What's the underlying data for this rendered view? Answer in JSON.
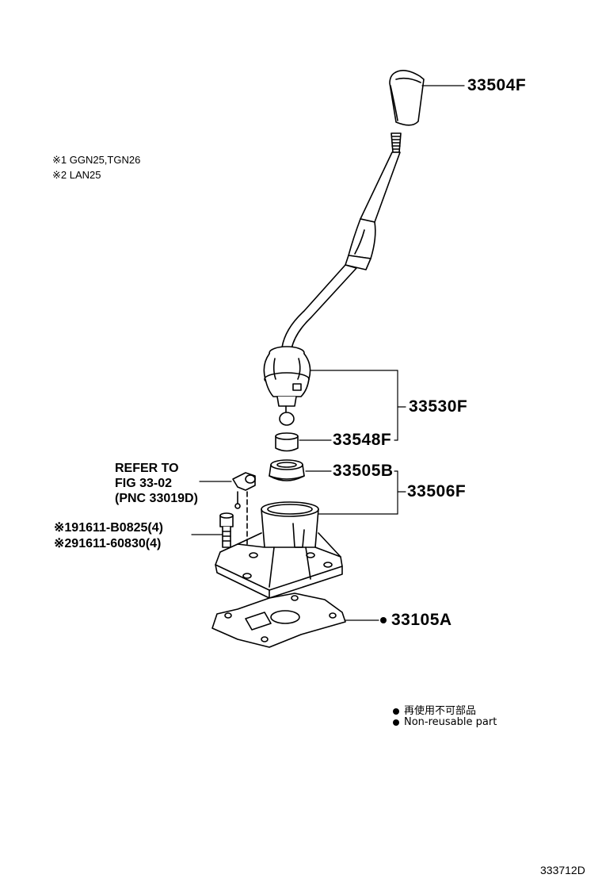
{
  "notes": {
    "note1": "※1 GGN25,TGN26",
    "note2": "※2 LAN25"
  },
  "parts": {
    "knob": "33504F",
    "lever_assy": "33530F",
    "bushing": "33548F",
    "boot": "33505B",
    "retainer": "33506F",
    "gasket": "33105A",
    "bolt1": "※191611-B0825(4)",
    "bolt2": "※291611-60830(4)"
  },
  "refer": {
    "line1": "REFER TO",
    "line2": "FIG 33-02",
    "line3": "(PNC 33019D)"
  },
  "legend": {
    "jp": "再使用不可部品",
    "en": "Non-reusable part"
  },
  "diagram_code": "333712D"
}
